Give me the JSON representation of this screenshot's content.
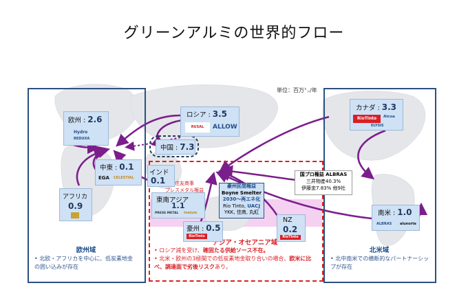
{
  "title": "グリーンアルミの世界的フロー",
  "unit": "単位：百万㌧/年",
  "nodes": {
    "europe": {
      "name": "欧州",
      "value": "2.6",
      "logos": [
        "Hydro",
        "REDUXA"
      ]
    },
    "russia": {
      "name": "ロシア",
      "value": "3.5",
      "logos": [
        "RUSAL",
        "ALLOW"
      ]
    },
    "china": {
      "name": "中国",
      "value": "7.3"
    },
    "mideast": {
      "name": "中東",
      "value": "0.1",
      "logos": [
        "EGA",
        "CELESTIAL"
      ]
    },
    "africa": {
      "name": "アフリカ",
      "value": "0.9"
    },
    "india": {
      "name": "インド",
      "value": "0.1"
    },
    "seasia": {
      "name": "東南アジア",
      "value": "1.1",
      "logos": [
        "PRESS METAL",
        "Inalum"
      ]
    },
    "australia": {
      "name": "豪州",
      "value": "0.5",
      "logos": [
        "RioTinto"
      ]
    },
    "nz": {
      "name": "NZ",
      "value": "0.2",
      "logos": [
        "RioTinto"
      ]
    },
    "canada": {
      "name": "カナダ",
      "value": "3.3",
      "logos": [
        "RioTinto",
        "Alcoa",
        "ELYSIS"
      ]
    },
    "southamerica": {
      "name": "南米",
      "value": "1.0",
      "logos": [
        "ALBRAS",
        "alunorte"
      ]
    }
  },
  "sumitomo_note": [
    "住友商事",
    "プレスメタル権益"
  ],
  "australia_private": {
    "title": "豪州民間権益",
    "subtitle1": "Boyne Smelter",
    "subtitle2": "2030～再エネ化",
    "line1a": "Rio Tinto, ",
    "line1b": "UACJ",
    "line2": "YKK, 住商, 丸紅"
  },
  "albras_note": {
    "title": "国プロ権益 ALBRAS",
    "line1": "三井物産40.3%",
    "line2": "伊藤忠7.83% 他9社"
  },
  "regions": {
    "europe": {
      "title": "欧州域",
      "note": "北欧・アフリカを中心に、低炭素地金の囲い込みが存在"
    },
    "asia": {
      "title": "アジア・オセアニア域",
      "b1_pre": "ロシア減を受け、",
      "b1_bold": "確固たる供給ソース不在。",
      "b2_pre": "北米・欧州の3極間での低炭素地金取り合いの場合、",
      "b2_bold1": "欧米に比べ、",
      "b2_bold2": "調達面で劣後リスク",
      "b2_post": "あり。"
    },
    "namerica": {
      "title": "北米域",
      "note": "北中南米での横断的なパートナーシップが存在"
    }
  },
  "colors": {
    "arrow": "#7b1e8c",
    "region_border": "#2b4f82",
    "dash_red": "#d92020",
    "box_fill": "#cfe1f5",
    "band": "#f1c4ec"
  }
}
